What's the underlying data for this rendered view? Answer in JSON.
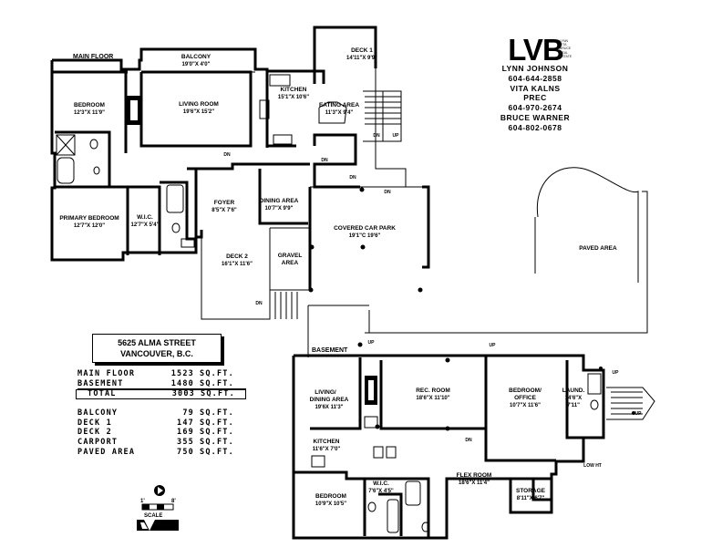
{
  "labels": {
    "main_floor": "MAIN FLOOR",
    "basement": "BASEMENT"
  },
  "main_rooms": {
    "balcony": {
      "name": "BALCONY",
      "dim": "19'0\"X 4'0\""
    },
    "deck1": {
      "name": "DECK 1",
      "dim": "14'11\"X 9'9\""
    },
    "bedroom": {
      "name": "BEDROOM",
      "dim": "12'3\"X 11'9\""
    },
    "living": {
      "name": "LIVING ROOM",
      "dim": "19'6\"X 15'2\""
    },
    "kitchen": {
      "name": "KITCHEN",
      "dim": "15'1\"X 10'6\""
    },
    "eating": {
      "name": "EATING AREA",
      "dim": "11'3\"X 9'4\""
    },
    "primary": {
      "name": "PRIMARY BEDROOM",
      "dim": "12'7\"X 12'0\""
    },
    "wic": {
      "name": "W.I.C.",
      "dim": "12'7\"X 5'4\""
    },
    "foyer": {
      "name": "FOYER",
      "dim": "8'5\"X 7'6\""
    },
    "dining": {
      "name": "DINING AREA",
      "dim": "10'7\"X 9'9\""
    },
    "carpark": {
      "name": "COVERED CAR PARK",
      "dim": "19'1\"C 19'6\""
    },
    "deck2": {
      "name": "DECK 2",
      "dim": "16'1\"X 11'6\""
    },
    "gravel": {
      "name": "GRAVEL",
      "name2": "AREA"
    },
    "paved": {
      "name": "PAVED AREA"
    }
  },
  "base_rooms": {
    "living": {
      "name": "LIVING/",
      "name2": "DINING AREA",
      "dim": "19'6X 11'3\""
    },
    "rec": {
      "name": "REC. ROOM",
      "dim": "18'6\"X 11'10\""
    },
    "office": {
      "name": "BEDROOM/",
      "name2": "OFFICE",
      "dim": "10'7\"X 11'6\""
    },
    "laund": {
      "name": "LAUND.",
      "dim": "14'6\"X",
      "dim2": "7'11\""
    },
    "kitchen": {
      "name": "KITCHEN",
      "dim": "11'6\"X 7'0\""
    },
    "flex": {
      "name": "FLEX ROOM",
      "dim": "18'6\"X 11'4\""
    },
    "wic": {
      "name": "W.I.C.",
      "dim": "7'6\"X 4'5\""
    },
    "bedroom": {
      "name": "BEDROOM",
      "dim": "10'9\"X 10'5\""
    },
    "storage": {
      "name": "STORAGE",
      "dim": "8'11\"X 6'7\""
    }
  },
  "marks": {
    "dn": "DN",
    "up": "UP",
    "low_ht": "LOW HT"
  },
  "address": {
    "line1": "5625 ALMA STREET",
    "line2": "VANCOUVER, B.C."
  },
  "areas": {
    "main_floor": {
      "label": "MAIN FLOOR",
      "value": "1523"
    },
    "basement": {
      "label": "BASEMENT",
      "value": "1480"
    },
    "total": {
      "label": "TOTAL",
      "value": "3003"
    },
    "balcony": {
      "label": "BALCONY",
      "value": "79"
    },
    "deck1": {
      "label": "DECK 1",
      "value": "147"
    },
    "deck2": {
      "label": "DECK 2",
      "value": "169"
    },
    "carport": {
      "label": "CARPORT",
      "value": "355"
    },
    "paved": {
      "label": "PAVED AREA",
      "value": "750"
    },
    "unit": "SQ.FT."
  },
  "logo": {
    "mark": "LVB",
    "sub1": "LYNN",
    "sub2": "VITA",
    "sub3": "BRUCE",
    "sub4": "REAL",
    "sub5": "ESTATE"
  },
  "contacts": {
    "name1": "LYNN JOHNSON",
    "phone1": "604-644-2858",
    "name2": "VITA KALNS",
    "title2": "PREC",
    "phone2": "604-970-2674",
    "name3": "BRUCE WARNER",
    "phone3": "604-802-0678"
  },
  "scale": {
    "label": "SCALE",
    "left": "1'",
    "right": "8'"
  },
  "icons": [
    "north-arrow-icon",
    "scale-bar-icon",
    "fireplace-icon",
    "stair-icon",
    "sink-icon",
    "toilet-icon",
    "bathtub-icon"
  ]
}
